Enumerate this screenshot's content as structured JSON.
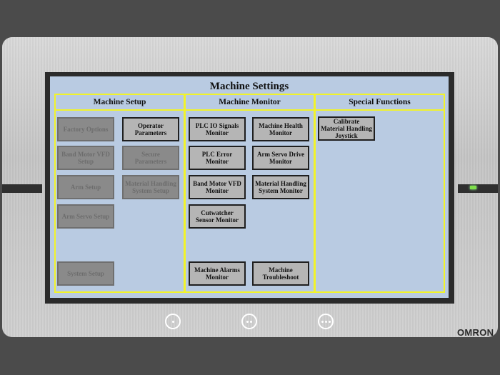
{
  "screen": {
    "title": "Machine Settings"
  },
  "panels": {
    "setup": {
      "header": "Machine Setup",
      "buttons": [
        {
          "label": "Factory Options",
          "enabled": false
        },
        {
          "label": "Operator Parameters",
          "enabled": true
        },
        {
          "label": "Band Motor VFD Setup",
          "enabled": false
        },
        {
          "label": "Secure Parameters",
          "enabled": false
        },
        {
          "label": "Arm Setup",
          "enabled": false
        },
        {
          "label": "Material Handling System Setup",
          "enabled": false
        },
        {
          "label": "Arm Servo Setup",
          "enabled": false
        },
        {
          "label": "System Setup",
          "enabled": false
        }
      ]
    },
    "monitor": {
      "header": "Machine Monitor",
      "buttons": [
        {
          "label": "PLC IO Signals Monitor",
          "enabled": true
        },
        {
          "label": "Machine Health Monitor",
          "enabled": true
        },
        {
          "label": "PLC Error Monitor",
          "enabled": true
        },
        {
          "label": "Arm Servo Drive Monitor",
          "enabled": true
        },
        {
          "label": "Band Motor VFD Monitor",
          "enabled": true
        },
        {
          "label": "Material Handling System Monitor",
          "enabled": true
        },
        {
          "label": "Cutwatcher Sensor Monitor",
          "enabled": true
        },
        {
          "label": "Machine Alarms Monitor",
          "enabled": true
        },
        {
          "label": "Machine Troubleshoot",
          "enabled": true
        }
      ]
    },
    "special": {
      "header": "Special Functions",
      "buttons": [
        {
          "label": "Calibrate Material Handling Joystick",
          "enabled": true
        }
      ]
    }
  },
  "hardware_buttons": [
    {
      "icon": "one-dot-icon",
      "dots": 1
    },
    {
      "icon": "two-dot-icon",
      "dots": 2
    },
    {
      "icon": "three-dot-icon",
      "dots": 3
    }
  ],
  "brand": "OMRON",
  "colors": {
    "screen_bg": "#b9cbe2",
    "panel_border": "#f1f32a",
    "button_enabled": "#b5b5b5",
    "button_disabled": "#8a8a8a",
    "led": "#7fe04a"
  }
}
